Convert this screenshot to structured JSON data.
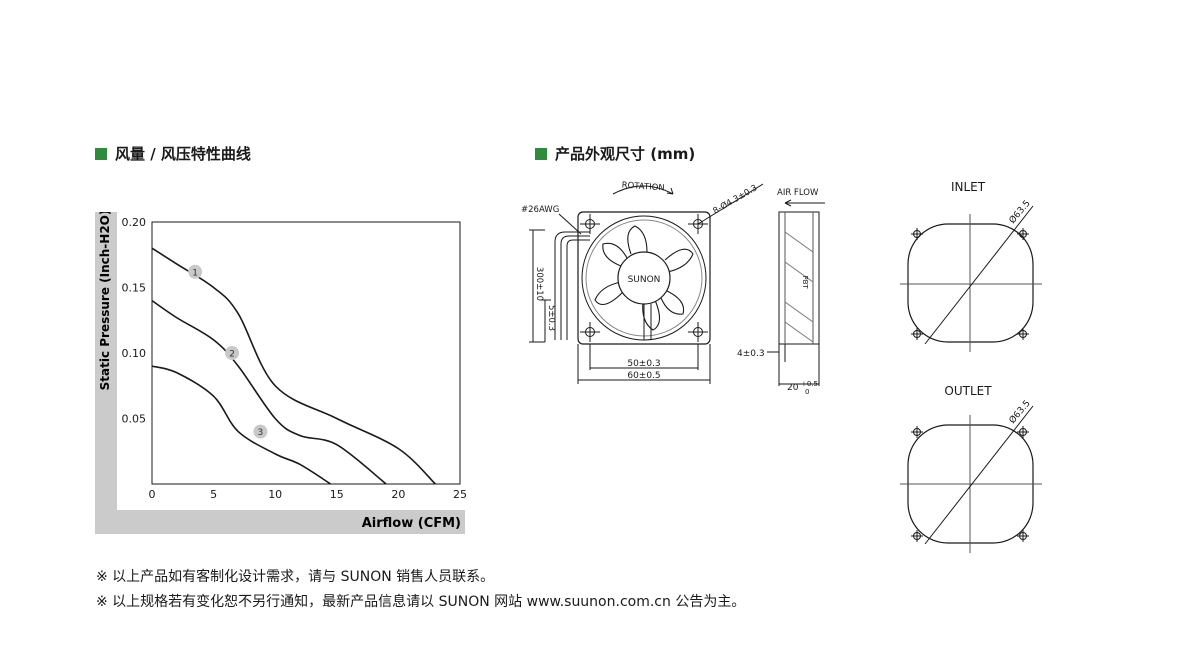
{
  "colors": {
    "accent": "#2e8a3c",
    "panel": "#cbcbcb",
    "ink": "#1a1a1a"
  },
  "headings": {
    "curve": "风量 / 风压特性曲线",
    "dimensions": "产品外观尺寸 (mm)"
  },
  "chart_data": {
    "type": "line",
    "xlabel": "Airflow (CFM)",
    "ylabel": "Static Pressure (Inch-H2O)",
    "xlim": [
      0,
      25
    ],
    "ylim": [
      0,
      0.2
    ],
    "xticks": [
      "0",
      "5",
      "10",
      "15",
      "20",
      "25"
    ],
    "yticks": [
      "0.20",
      "0.15",
      "0.10",
      "0.05"
    ],
    "grid": true,
    "series": [
      {
        "name": "1",
        "x": [
          0,
          2,
          5,
          7,
          10,
          15,
          20,
          23
        ],
        "y": [
          0.18,
          0.168,
          0.15,
          0.13,
          0.075,
          0.05,
          0.027,
          0
        ]
      },
      {
        "name": "2",
        "x": [
          0,
          2,
          5,
          7,
          10,
          12,
          15,
          19
        ],
        "y": [
          0.14,
          0.127,
          0.11,
          0.09,
          0.05,
          0.037,
          0.03,
          0
        ]
      },
      {
        "name": "3",
        "x": [
          0,
          2,
          5,
          7,
          10,
          12,
          14.5
        ],
        "y": [
          0.09,
          0.085,
          0.067,
          0.04,
          0.023,
          0.015,
          0
        ]
      }
    ],
    "label_points": [
      {
        "label": "1",
        "x": 3.5,
        "y": 0.162
      },
      {
        "label": "2",
        "x": 6.5,
        "y": 0.1
      },
      {
        "label": "3",
        "x": 8.8,
        "y": 0.04
      }
    ]
  },
  "drawing": {
    "rotation": "ROTATION",
    "airflow": "AIR FLOW",
    "wire_gauge": "#26AWG",
    "wire_length": "300±10",
    "strip_length": "5±0.3",
    "holes": "8-Ø4.3±0.3",
    "brand": "SUNON",
    "hole_pitch": "50±0.3",
    "frame_width": "60±0.5",
    "flange": "4±0.3",
    "thickness": "20",
    "thickness_tol_upper": "+0.5",
    "thickness_tol_lower": "0",
    "inlet_label": "INLET",
    "outlet_label": "OUTLET",
    "inlet_diameter": "Ø63.5",
    "outlet_diameter": "Ø63.5",
    "side_marks": "PBT"
  },
  "notes": [
    "※ 以上产品如有客制化设计需求，请与 SUNON 销售人员联系。",
    "※ 以上规格若有变化恕不另行通知，最新产品信息请以 SUNON 网站 www.suunon.com.cn 公告为主。"
  ]
}
